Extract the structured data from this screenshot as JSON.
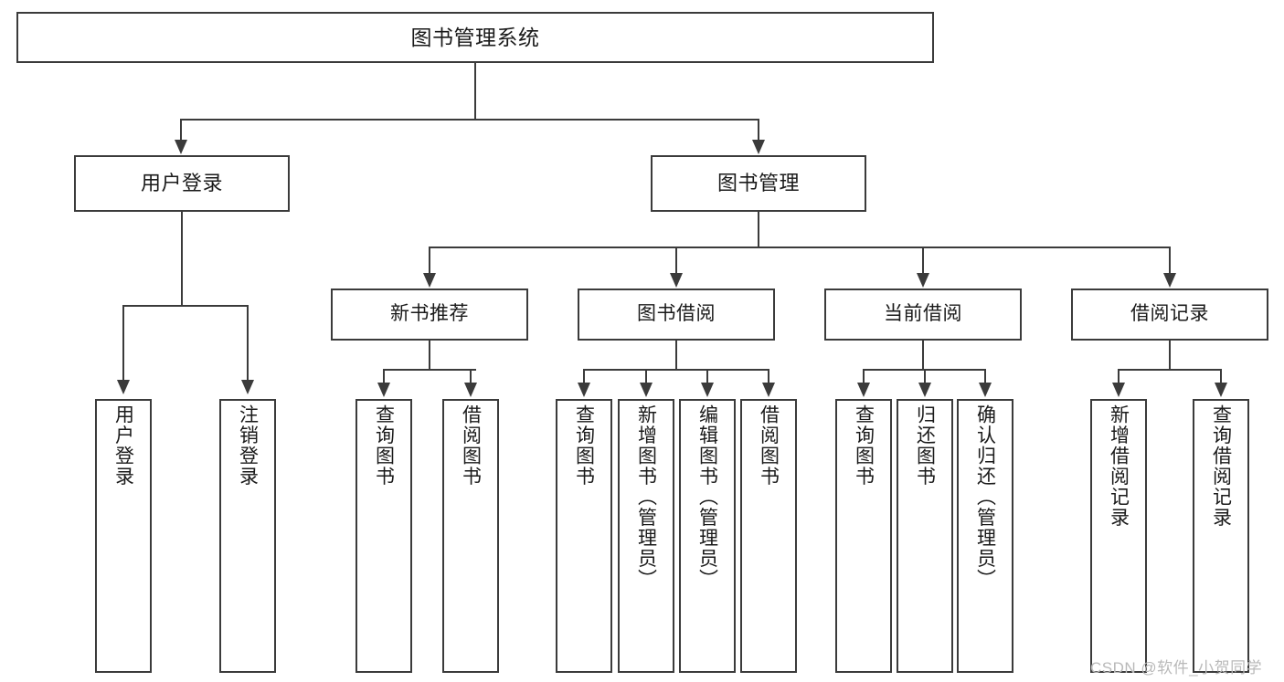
{
  "diagram": {
    "title": "图书管理系统",
    "type": "hierarchy-tree",
    "root": {
      "label": "图书管理系统"
    },
    "level2": [
      {
        "label": "用户登录"
      },
      {
        "label": "图书管理"
      }
    ],
    "level3": [
      {
        "label": "新书推荐"
      },
      {
        "label": "图书借阅"
      },
      {
        "label": "当前借阅"
      },
      {
        "label": "借阅记录"
      }
    ],
    "leaves": {
      "user_login": [
        {
          "label": "用户登录"
        },
        {
          "label": "注销登录"
        }
      ],
      "new_book_recommend": [
        {
          "label": "查询图书"
        },
        {
          "label": "借阅图书"
        }
      ],
      "book_borrow": [
        {
          "label": "查询图书"
        },
        {
          "label": "新增图书（管理员）"
        },
        {
          "label": "编辑图书（管理员）"
        },
        {
          "label": "借阅图书"
        }
      ],
      "current_borrow": [
        {
          "label": "查询图书"
        },
        {
          "label": "归还图书"
        },
        {
          "label": "确认归还（管理员）"
        }
      ],
      "borrow_record": [
        {
          "label": "新增借阅记录"
        },
        {
          "label": "查询借阅记录"
        }
      ]
    }
  },
  "watermark": {
    "text": "CSDN @软件_小贺同学"
  },
  "colors": {
    "stroke": "#3b3b3b",
    "text": "#1a1a1a",
    "background": "#ffffff",
    "watermark": "#b9b9b9"
  }
}
